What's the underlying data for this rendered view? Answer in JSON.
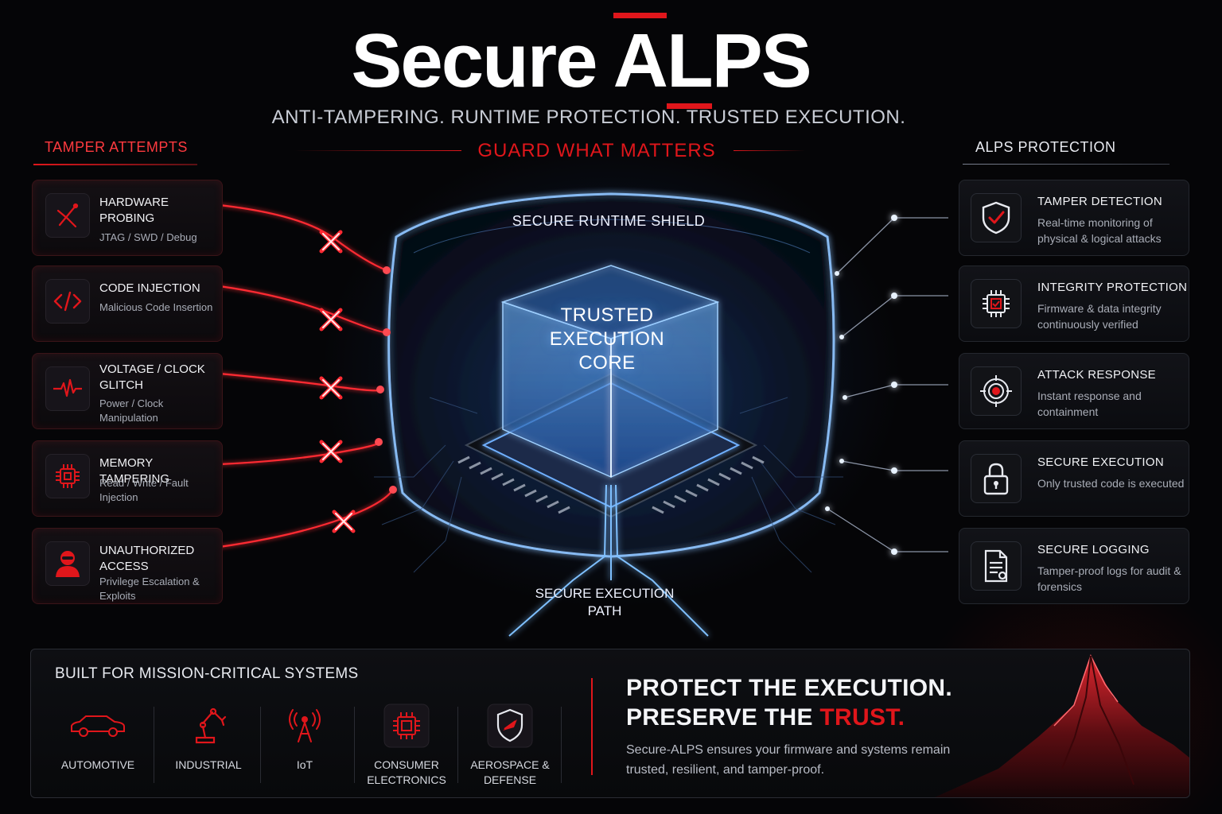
{
  "header": {
    "title_prefix": "Secure",
    "title_a": "A",
    "title_l": "L",
    "title_rest": "PS",
    "subtitle": "ANTI-TAMPERING. RUNTIME PROTECTION. TRUSTED EXECUTION.",
    "tagline": "GUARD WHAT MATTERS"
  },
  "threats": {
    "heading": "TAMPER ATTEMPTS",
    "items": [
      {
        "title": "HARDWARE PROBING",
        "sub": "JTAG / SWD / Debug",
        "icon": "probe-icon"
      },
      {
        "title": "CODE INJECTION",
        "sub": "Malicious Code Insertion",
        "icon": "code-icon"
      },
      {
        "title": "VOLTAGE / CLOCK GLITCH",
        "sub": "Power / Clock Manipulation",
        "icon": "waveform-icon"
      },
      {
        "title": "MEMORY TAMPERING",
        "sub": "Read / Write / Fault Injection",
        "icon": "memory-chip-icon"
      },
      {
        "title": "UNAUTHORIZED ACCESS",
        "sub": "Privilege Escalation & Exploits",
        "icon": "hacker-icon"
      }
    ]
  },
  "protection": {
    "heading": "ALPS PROTECTION",
    "items": [
      {
        "title": "TAMPER DETECTION",
        "sub": "Real-time monitoring of physical & logical attacks",
        "icon": "shield-check-icon"
      },
      {
        "title": "INTEGRITY PROTECTION",
        "sub": "Firmware & data integrity continuously verified",
        "icon": "chip-check-icon"
      },
      {
        "title": "ATTACK RESPONSE",
        "sub": "Instant response and containment",
        "icon": "target-icon"
      },
      {
        "title": "SECURE EXECUTION",
        "sub": "Only trusted code is executed",
        "icon": "lock-icon"
      },
      {
        "title": "SECURE LOGGING",
        "sub": "Tamper-proof logs for audit & forensics",
        "icon": "document-icon"
      }
    ]
  },
  "center": {
    "shield_label": "SECURE RUNTIME SHIELD",
    "core_line1": "TRUSTED",
    "core_line2": "EXECUTION",
    "core_line3": "CORE",
    "path_line1": "SECURE EXECUTION",
    "path_line2": "PATH"
  },
  "bottom": {
    "heading": "BUILT FOR MISSION-CRITICAL SYSTEMS",
    "sectors": [
      {
        "label": "AUTOMOTIVE",
        "icon": "car-icon"
      },
      {
        "label": "INDUSTRIAL",
        "icon": "robot-arm-icon"
      },
      {
        "label": "IoT",
        "icon": "antenna-icon"
      },
      {
        "label": "CONSUMER ELECTRONICS",
        "icon": "chip-icon"
      },
      {
        "label": "AEROSPACE & DEFENSE",
        "icon": "shield-plane-icon"
      }
    ],
    "tag_line1": "PROTECT THE EXECUTION.",
    "tag_line2_prefix": "PRESERVE THE ",
    "tag_line2_red": "TRUST.",
    "description": "Secure-ALPS ensures your firmware and systems remain trusted, resilient, and tamper-proof."
  },
  "colors": {
    "accent_red": "#e0161b",
    "accent_blue": "#4a9cff",
    "background": "#050507"
  }
}
